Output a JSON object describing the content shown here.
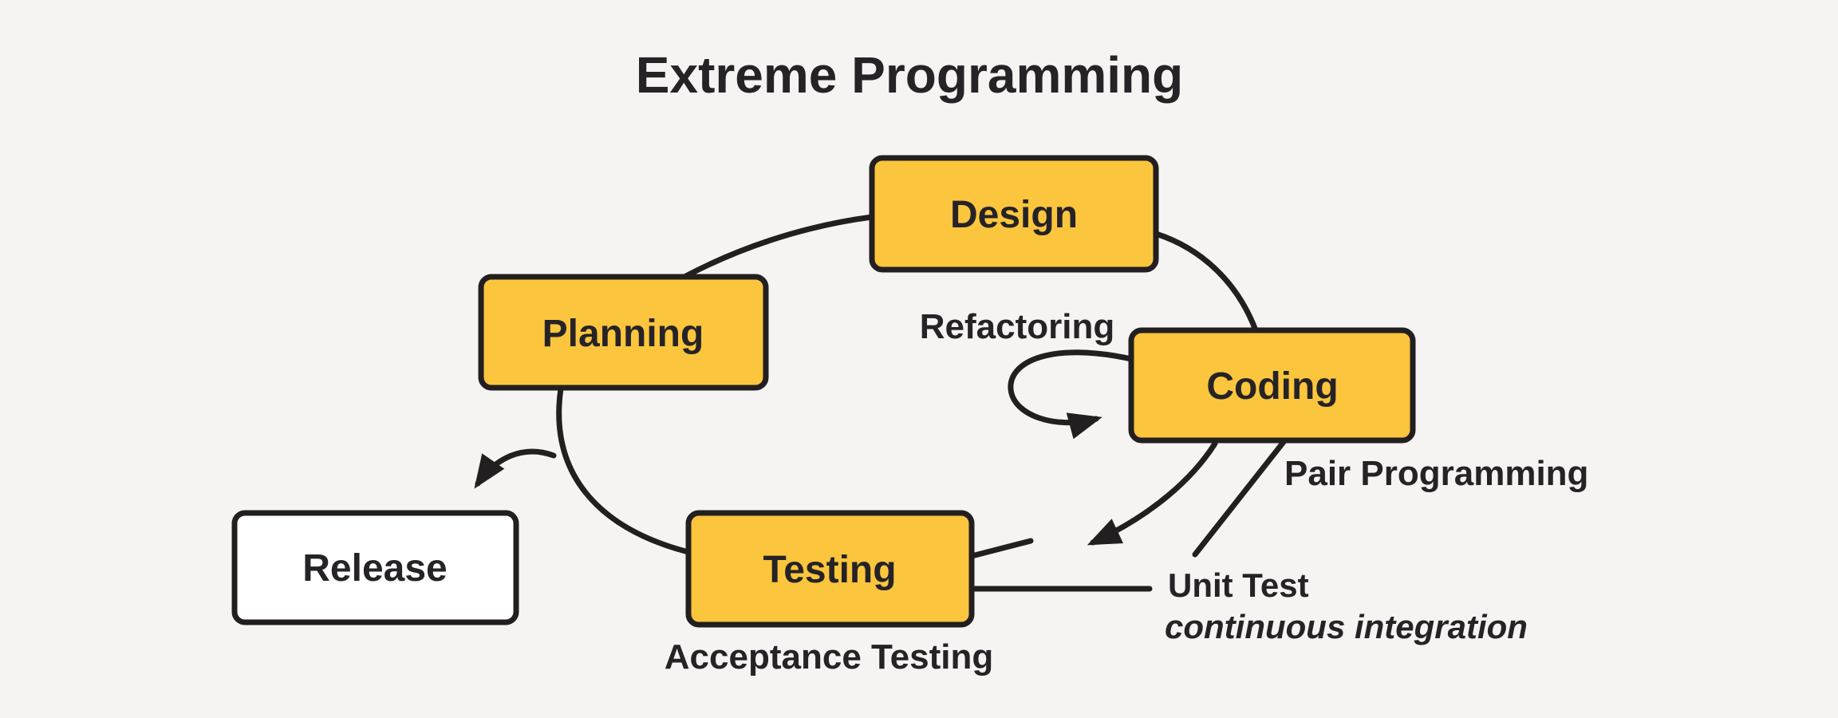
{
  "title": "Extreme Programming",
  "nodes": {
    "design": {
      "label": "Design"
    },
    "planning": {
      "label": "Planning"
    },
    "coding": {
      "label": "Coding"
    },
    "testing": {
      "label": "Testing"
    },
    "release": {
      "label": "Release"
    }
  },
  "annotations": {
    "refactoring": {
      "label": "Refactoring"
    },
    "pair_programming": {
      "label": "Pair Programming"
    },
    "unit_test": {
      "label": "Unit Test"
    },
    "continuous_integration": {
      "label": "continuous integration"
    },
    "acceptance_testing": {
      "label": "Acceptance Testing"
    }
  },
  "edges": [
    {
      "from": "Planning",
      "to": "Design",
      "style": "arc"
    },
    {
      "from": "Design",
      "to": "Coding",
      "style": "arc"
    },
    {
      "from": "Coding",
      "to": "Testing",
      "style": "arc-arrow"
    },
    {
      "from": "Testing",
      "to": "Planning",
      "style": "arc"
    },
    {
      "from": "cycle",
      "to": "Release",
      "style": "arc-arrow"
    },
    {
      "from": "Coding",
      "to": "Coding",
      "style": "self-loop-arrow",
      "label": "Refactoring"
    },
    {
      "from": "Unit Test label",
      "to": "Coding",
      "style": "leader-line"
    },
    {
      "from": "Unit Test label",
      "to": "Testing",
      "style": "leader-line"
    }
  ],
  "colors": {
    "background": "#F5F4F2",
    "node_fill": "#FBC53D",
    "release_fill": "#FFFFFF",
    "stroke": "#231F20",
    "text": "#262327"
  }
}
